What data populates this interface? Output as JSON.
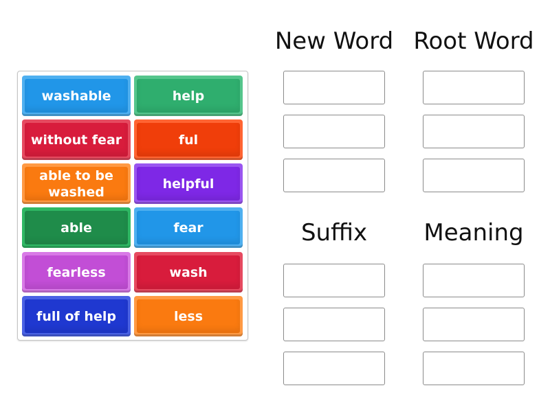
{
  "bank": {
    "tiles": [
      {
        "label": "washable",
        "color": "#2196e8",
        "edge": "#4fb0f0"
      },
      {
        "label": "help",
        "color": "#2fae6e",
        "edge": "#55c58c"
      },
      {
        "label": "without fear",
        "color": "#d81c3c",
        "edge": "#e64a60"
      },
      {
        "label": "ful",
        "color": "#f03e0a",
        "edge": "#ff6432"
      },
      {
        "label": "able to be washed",
        "color": "#fa7a10",
        "edge": "#ff9a44"
      },
      {
        "label": "helpful",
        "color": "#7e28e6",
        "edge": "#9a56f0"
      },
      {
        "label": "able",
        "color": "#1f8c4a",
        "edge": "#2fb864"
      },
      {
        "label": "fear",
        "color": "#2196e8",
        "edge": "#4fb0f0"
      },
      {
        "label": "fearless",
        "color": "#c24ed6",
        "edge": "#d87ae6"
      },
      {
        "label": "wash",
        "color": "#d81c3c",
        "edge": "#e64a60"
      },
      {
        "label": "full of help",
        "color": "#1f38d0",
        "edge": "#4a62e4"
      },
      {
        "label": "less",
        "color": "#fa7a10",
        "edge": "#ff9a44"
      }
    ]
  },
  "groups": [
    {
      "heading": "New Word",
      "zones": 3
    },
    {
      "heading": "Root Word",
      "zones": 3
    },
    {
      "heading": "Suffix",
      "zones": 3
    },
    {
      "heading": "Meaning",
      "zones": 3
    }
  ]
}
